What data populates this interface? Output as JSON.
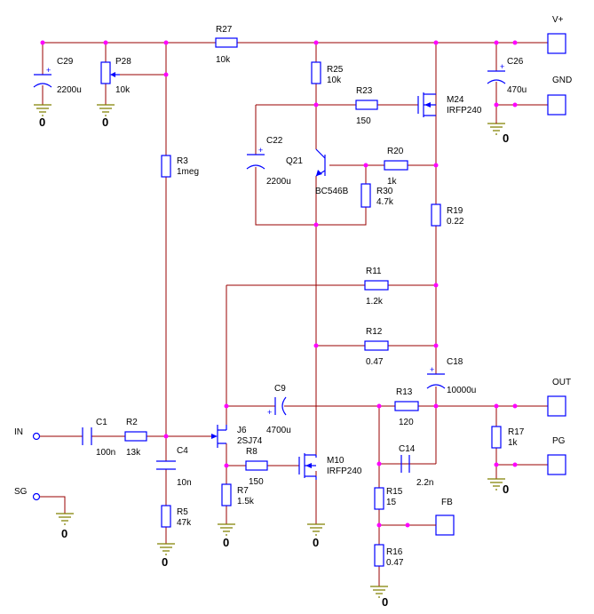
{
  "components": {
    "R27": {
      "ref": "R27",
      "value": "10k"
    },
    "C29": {
      "ref": "C29",
      "value": "2200u"
    },
    "P28": {
      "ref": "P28",
      "value": "10k"
    },
    "R3": {
      "ref": "R3",
      "value": "1meg"
    },
    "R25": {
      "ref": "R25",
      "value": "10k"
    },
    "R23": {
      "ref": "R23",
      "value": "150"
    },
    "M24": {
      "ref": "M24",
      "value": "IRFP240"
    },
    "C26": {
      "ref": "C26",
      "value": "470u"
    },
    "C22": {
      "ref": "C22",
      "value": "2200u"
    },
    "Q21": {
      "ref": "Q21",
      "value": "BC546B"
    },
    "R20": {
      "ref": "R20",
      "value": "1k"
    },
    "R30": {
      "ref": "R30",
      "value": "4.7k"
    },
    "R19": {
      "ref": "R19",
      "value": "0.22"
    },
    "R11": {
      "ref": "R11",
      "value": "1.2k"
    },
    "R12": {
      "ref": "R12",
      "value": "0.47"
    },
    "C18": {
      "ref": "C18",
      "value": "10000u"
    },
    "C9": {
      "ref": "C9",
      "value": "4700u"
    },
    "R13": {
      "ref": "R13",
      "value": "120"
    },
    "C1": {
      "ref": "C1",
      "value": "100n"
    },
    "R2": {
      "ref": "R2",
      "value": "13k"
    },
    "C4": {
      "ref": "C4",
      "value": "10n"
    },
    "J6": {
      "ref": "J6",
      "value": "2SJ74"
    },
    "R8": {
      "ref": "R8",
      "value": "150"
    },
    "M10": {
      "ref": "M10",
      "value": "IRFP240"
    },
    "C14": {
      "ref": "C14",
      "value": "2.2n"
    },
    "R17": {
      "ref": "R17",
      "value": "1k"
    },
    "R5": {
      "ref": "R5",
      "value": "47k"
    },
    "R7": {
      "ref": "R7",
      "value": "1.5k"
    },
    "R15": {
      "ref": "R15",
      "value": "15"
    },
    "R16": {
      "ref": "R16",
      "value": "0.47"
    }
  },
  "ports": {
    "vplus": "V+",
    "gnd": "GND",
    "out": "OUT",
    "pg": "PG",
    "fb": "FB",
    "in": "IN",
    "sg": "SG"
  },
  "ground_label": "0",
  "polarity_mark": "+",
  "colors": {
    "wire": "#990000",
    "component": "#0000ff",
    "node": "#ff00ff",
    "ground": "#808000"
  }
}
